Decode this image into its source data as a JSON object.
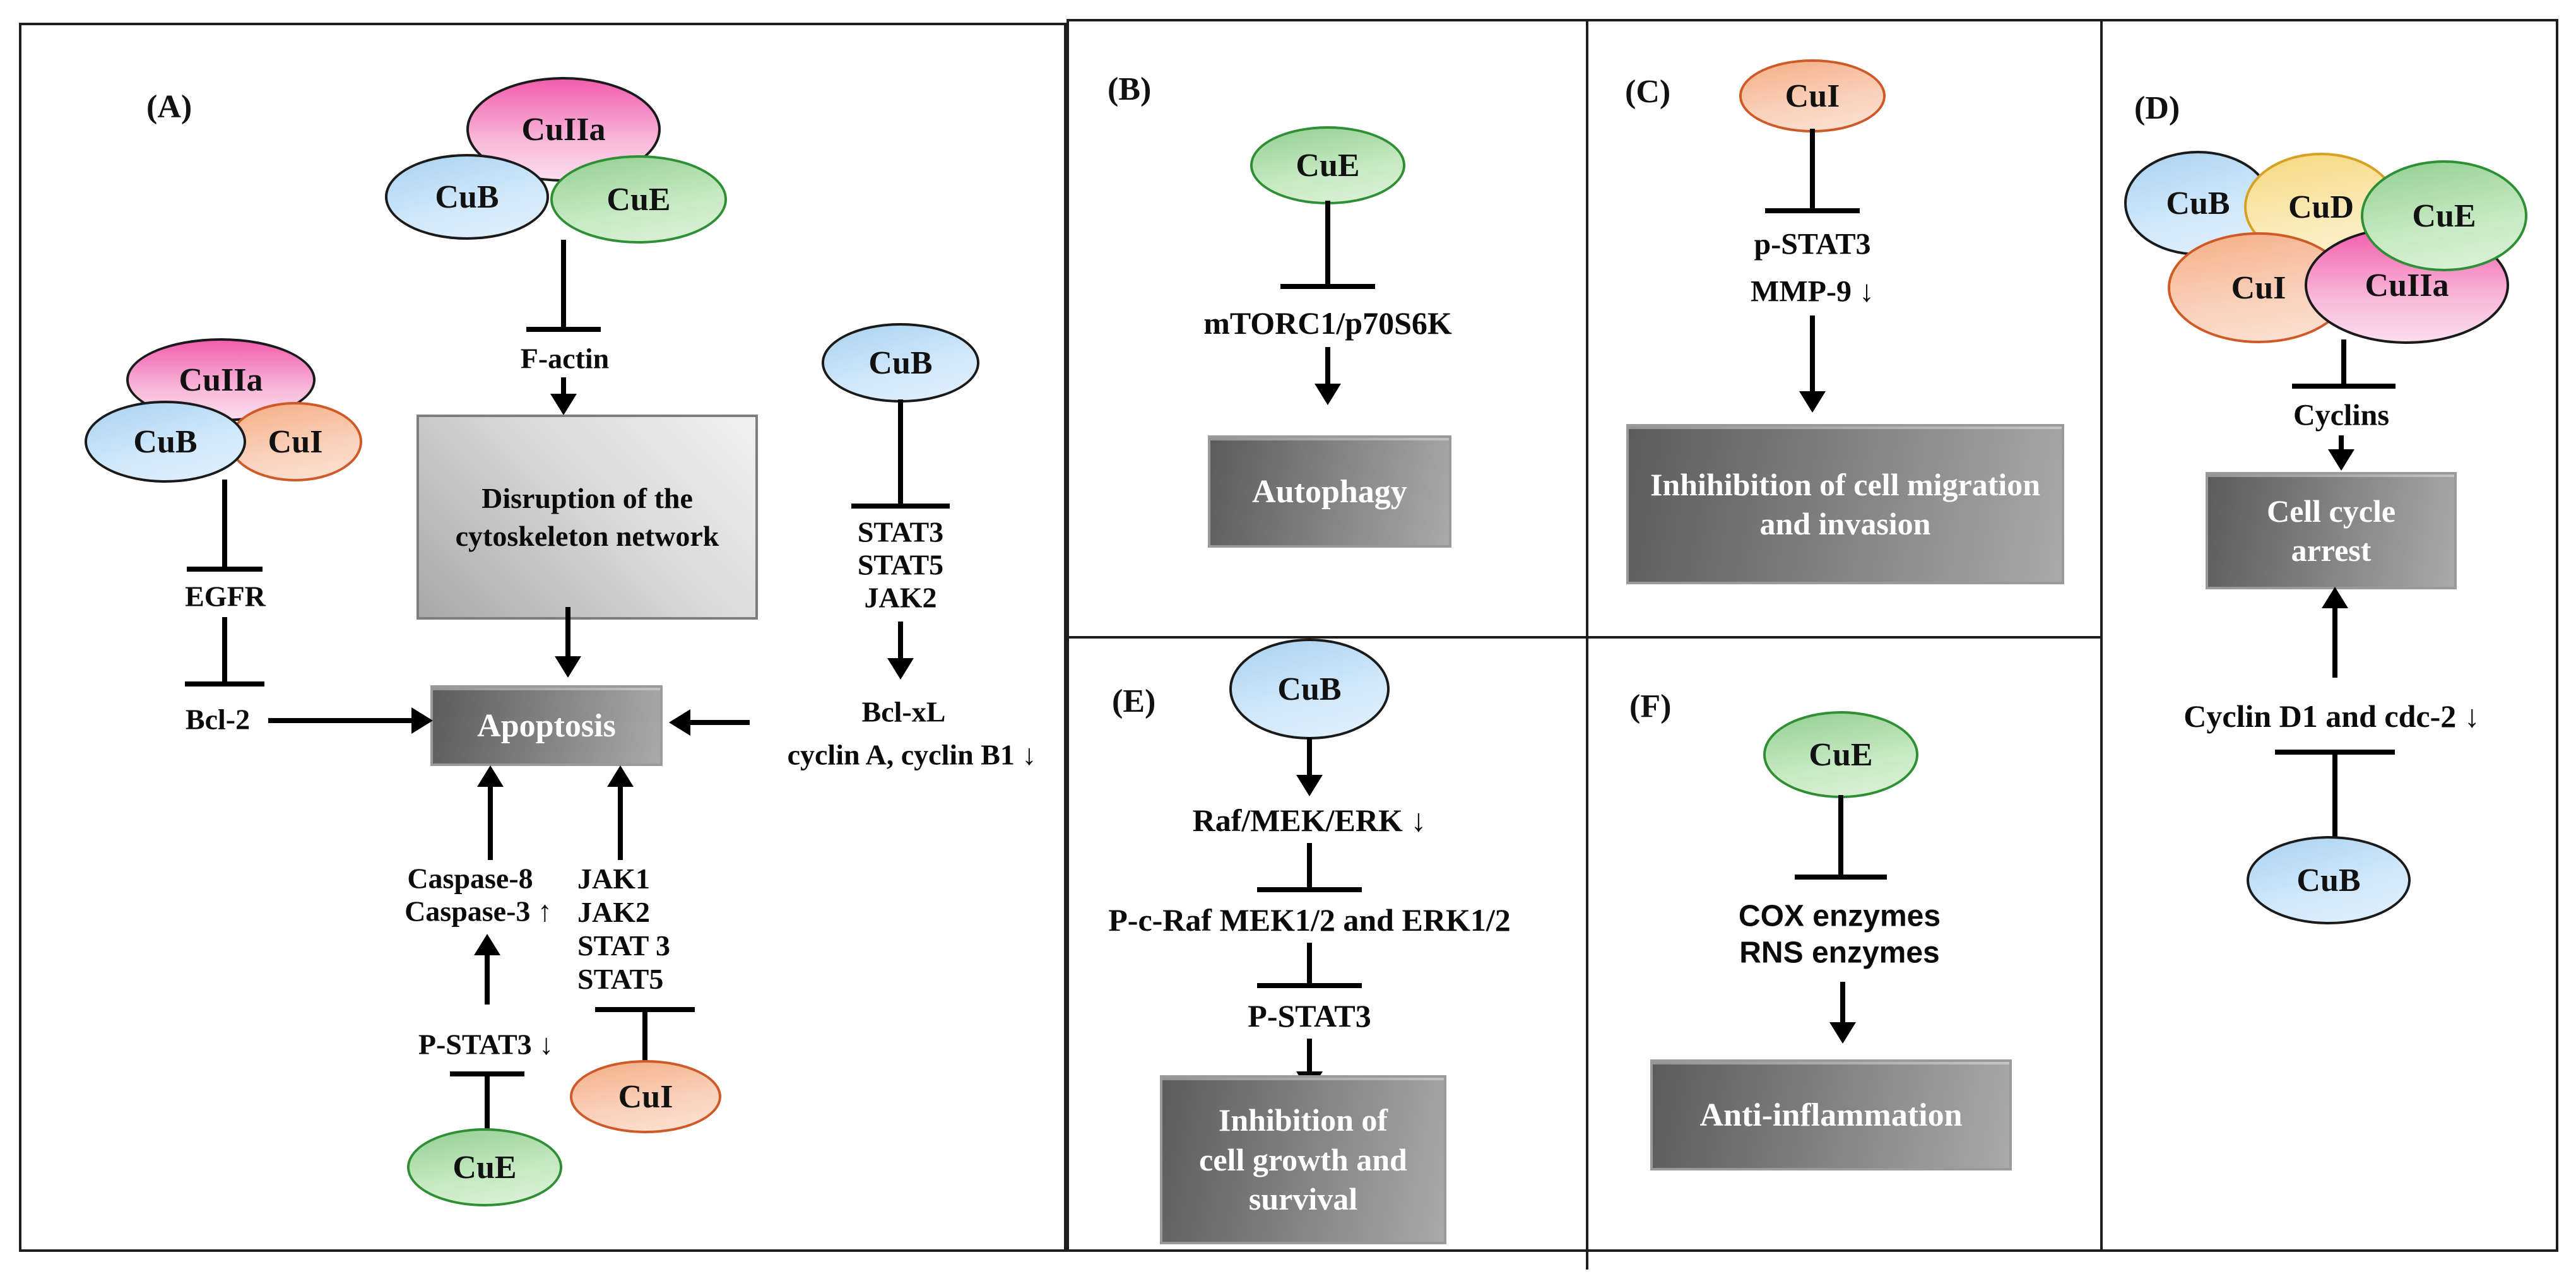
{
  "colors": {
    "culla_pink": "#f25ead",
    "cub_blue": "#a9d1f0",
    "cue_green": "#93cf92",
    "cui_orange": "#f5ae85",
    "cud_yellow": "#f6d87e",
    "dark_box": "#6f6f6f",
    "light_box": "#d9d9d9"
  },
  "panel_a": {
    "label": "(A)",
    "complex_top": {
      "culla": "CuIIa",
      "cub": "CuB",
      "cue": "CuE"
    },
    "f_actin": "F-actin",
    "disruption_box": "Disruption of the cytoskeleton network",
    "apoptosis_box": "Apoptosis",
    "complex_left": {
      "culla": "CuIIa",
      "cub": "CuB",
      "cui": "CuI"
    },
    "egfr": "EGFR",
    "bcl2": "Bcl-2",
    "cub_single": "CuB",
    "stat3": "STAT3",
    "stat5": "STAT5",
    "jak2": "JAK2",
    "bcl_xl": "Bcl-xL",
    "cyclins_down": "cyclin A, cyclin B1 ↓",
    "caspase8": "Caspase-8",
    "caspase3": "Caspase-3 ↑",
    "p_stat3": "P-STAT3 ↓",
    "cue_single": "CuE",
    "jak_list": {
      "l1": "JAK1",
      "l2": "JAK2",
      "l3": "STAT 3",
      "l4": "STAT5"
    },
    "cui_single": "CuI"
  },
  "panel_b": {
    "label": "(B)",
    "cue": "CuE",
    "mtorc": "mTORC1/p70S6K",
    "autophagy_box": "Autophagy"
  },
  "panel_c": {
    "label": "(C)",
    "cui": "CuI",
    "p_stat3": "p-STAT3",
    "mmp9": "MMP-9 ↓",
    "box": "Inhihibition of cell migration and invasion"
  },
  "panel_d": {
    "label": "(D)",
    "complex": {
      "cub": "CuB",
      "cud": "CuD",
      "cue": "CuE",
      "cui": "CuI",
      "culla": "CuIIa"
    },
    "cyclins": "Cyclins",
    "box": "Cell cycle arrest",
    "cyclin_d1": "Cyclin D1 and cdc-2 ↓",
    "cub_single": "CuB"
  },
  "panel_e": {
    "label": "(E)",
    "cub": "CuB",
    "raf": "Raf/MEK/ERK ↓",
    "p_c_raf": "P-c-Raf MEK1/2 and ERK1/2",
    "p_stat3": "P-STAT3",
    "box": "Inhibition of cell growth and survival"
  },
  "panel_f": {
    "label": "(F)",
    "cue": "CuE",
    "cox": "COX enzymes",
    "rns": "RNS enzymes",
    "box": "Anti-inflammation"
  }
}
